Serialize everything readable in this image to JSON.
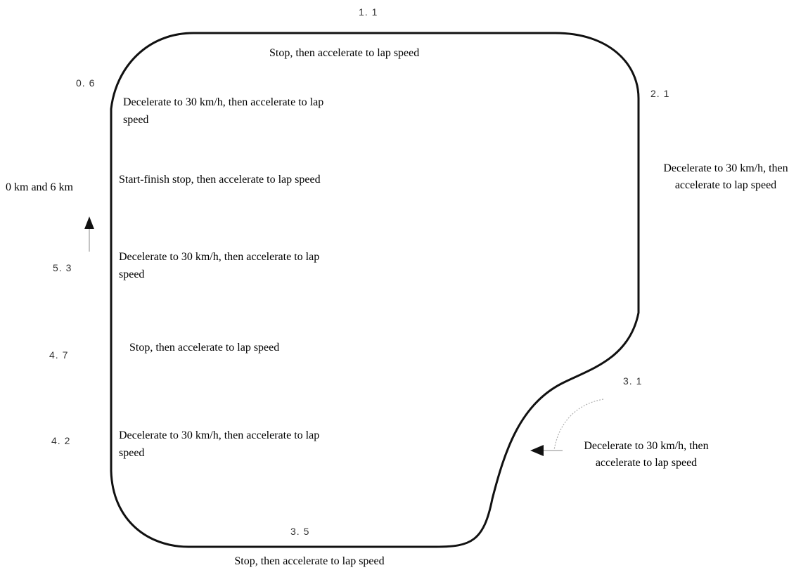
{
  "distance_markers": [
    "1. 1",
    "0. 6",
    "2. 1",
    "5. 3",
    "4. 7",
    "3. 1",
    "4. 2",
    "3. 5"
  ],
  "start_label": "0 km and 6 km",
  "instructions": {
    "top": "Stop, then accelerate to lap speed",
    "left_0_6": [
      "Decelerate to 30 km/h, then accelerate to lap",
      "speed"
    ],
    "start_finish": "Start-finish stop, then accelerate to lap  speed",
    "left_5_3": [
      "Decelerate to 30 km/h, then accelerate to lap",
      "speed"
    ],
    "left_4_7": "Stop, then accelerate to lap speed",
    "left_4_2": [
      "Decelerate to 30 km/h, then accelerate to lap",
      "speed"
    ],
    "right": [
      "Decelerate to 30 km/h, then",
      "accelerate to lap speed"
    ],
    "curve_3_1": [
      "Decelerate to 30 km/h, then",
      "accelerate to lap speed"
    ],
    "bottom": "Stop, then accelerate to lap speed"
  },
  "colors": {
    "track": "#111111",
    "marker_text": "#333333",
    "guide_line": "#b0b0b0"
  }
}
